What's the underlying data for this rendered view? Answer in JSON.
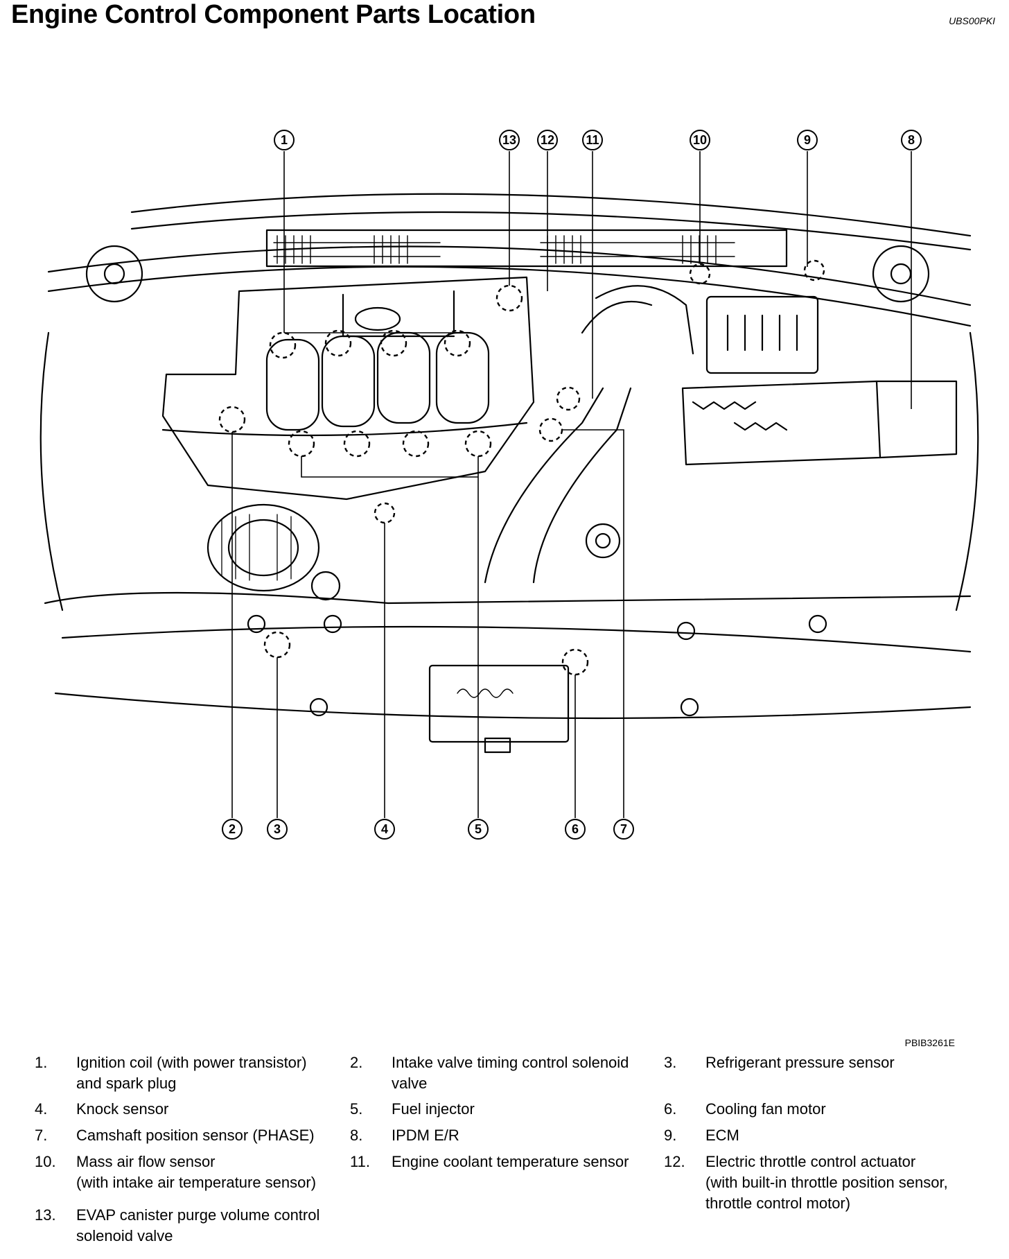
{
  "header": {
    "title": "Engine Control Component Parts Location",
    "ref_code": "UBS00PKI"
  },
  "figure": {
    "code": "PBIB3261E",
    "callouts_top": [
      "1",
      "13",
      "12",
      "11",
      "10",
      "9",
      "8"
    ],
    "callouts_bottom": [
      "2",
      "3",
      "4",
      "5",
      "6",
      "7"
    ]
  },
  "legend": {
    "items": [
      {
        "num": "1.",
        "text": "Ignition coil (with power transistor)\nand spark plug"
      },
      {
        "num": "2.",
        "text": "Intake valve timing control solenoid\nvalve"
      },
      {
        "num": "3.",
        "text": "Refrigerant pressure sensor"
      },
      {
        "num": "4.",
        "text": "Knock sensor"
      },
      {
        "num": "5.",
        "text": "Fuel injector"
      },
      {
        "num": "6.",
        "text": "Cooling fan motor"
      },
      {
        "num": "7.",
        "text": "Camshaft position sensor (PHASE)"
      },
      {
        "num": "8.",
        "text": "IPDM E/R"
      },
      {
        "num": "9.",
        "text": "ECM"
      },
      {
        "num": "10.",
        "text": "Mass air flow sensor\n(with intake air temperature sensor)"
      },
      {
        "num": "11.",
        "text": "Engine coolant temperature sensor"
      },
      {
        "num": "12.",
        "text": "Electric throttle control actuator\n(with built-in throttle position sensor,\nthrottle control motor)"
      },
      {
        "num": "13.",
        "text": "EVAP canister purge volume control\nsolenoid valve"
      }
    ]
  }
}
